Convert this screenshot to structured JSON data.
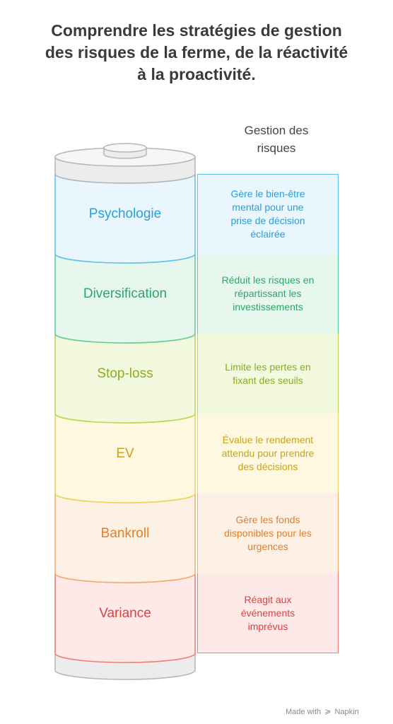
{
  "title_lines": [
    "Comprendre les stratégies de gestion",
    "des risques de la ferme, de la réactivité",
    "à la proactivité."
  ],
  "column_header_lines": [
    "Gestion des",
    "risques"
  ],
  "layers": [
    {
      "label": "Psychologie",
      "description_lines": [
        "Gère le bien-être",
        "mental pour une",
        "prise de décision",
        "éclairée"
      ],
      "text_color": "#2b9fd6",
      "fill": "#e9f6fd",
      "stroke": "#5ec3ec"
    },
    {
      "label": "Diversification",
      "description_lines": [
        "Réduit les risques en",
        "répartissant les",
        "investissements"
      ],
      "text_color": "#2aa868",
      "fill": "#e8f7ee",
      "stroke": "#5fce95"
    },
    {
      "label": "Stop-loss",
      "description_lines": [
        "Limite les pertes en",
        "fixant des seuils"
      ],
      "text_color": "#8cab20",
      "fill": "#f3f9de",
      "stroke": "#b8d94a"
    },
    {
      "label": "EV",
      "description_lines": [
        "Évalue le rendement",
        "attendu pour prendre",
        "des décisions"
      ],
      "text_color": "#c9a41c",
      "fill": "#fdf8df",
      "stroke": "#ecd45a"
    },
    {
      "label": "Bankroll",
      "description_lines": [
        "Gère les fonds",
        "disponibles pour les",
        "urgences"
      ],
      "text_color": "#e07f2c",
      "fill": "#fdf0e4",
      "stroke": "#f2ad6e"
    },
    {
      "label": "Variance",
      "description_lines": [
        "Réagit aux",
        "événements",
        "imprévus"
      ],
      "text_color": "#d9433e",
      "fill": "#fce9e8",
      "stroke": "#ef7d78"
    }
  ],
  "cap_colors": {
    "fill": "#ececec",
    "stroke": "#b7b7b7"
  },
  "footer": {
    "prefix": "Made with",
    "brand": "Napkin"
  }
}
